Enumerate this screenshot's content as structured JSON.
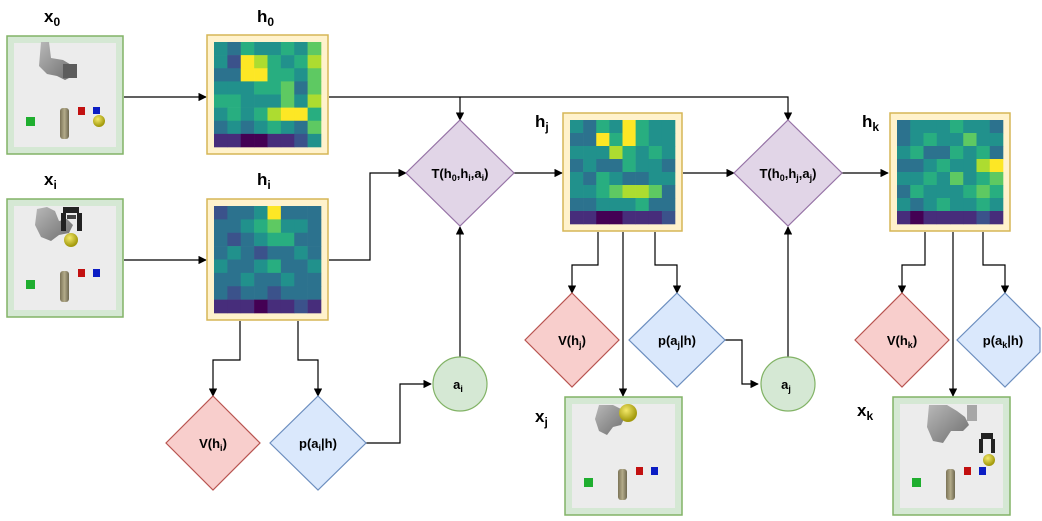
{
  "colors": {
    "frame_fill": "#d5e8d4",
    "frame_stroke": "#82b366",
    "heatmap_frame_fill": "#fff2cc",
    "heatmap_frame_stroke": "#d6b656",
    "value_fill": "#f8cecc",
    "value_stroke": "#b85450",
    "policy_fill": "#dae8fc",
    "policy_stroke": "#6c8ebf",
    "transition_fill": "#e1d5e7",
    "transition_stroke": "#9673a6",
    "action_fill": "#d5e8d4",
    "action_stroke": "#82b366"
  },
  "observations": [
    {
      "id": "x0",
      "label": "x",
      "sub": "0",
      "arm": "raised"
    },
    {
      "id": "xi",
      "label": "x",
      "sub": "i",
      "arm": "gripper-ball"
    },
    {
      "id": "xj",
      "label": "x",
      "sub": "j",
      "arm": "ball-top"
    },
    {
      "id": "xk",
      "label": "x",
      "sub": "k",
      "arm": "gripper-right"
    }
  ],
  "hidden_states": [
    {
      "id": "h0",
      "label": "h",
      "sub": "0"
    },
    {
      "id": "hi",
      "label": "h",
      "sub": "i"
    },
    {
      "id": "hj",
      "label": "h",
      "sub": "j"
    },
    {
      "id": "hk",
      "label": "h",
      "sub": "k"
    }
  ],
  "transitions": [
    {
      "id": "T1",
      "text": "T(h",
      "s1": "0",
      "m1": ",h",
      "s2": "i",
      "m2": ",a",
      "s3": "i",
      "end": ")"
    },
    {
      "id": "T2",
      "text": "T(h",
      "s1": "0",
      "m1": ",h",
      "s2": "j",
      "m2": ",a",
      "s3": "j",
      "end": ")"
    }
  ],
  "values": [
    {
      "id": "Vi",
      "text": "V(h",
      "sub": "i",
      "end": ")"
    },
    {
      "id": "Vj",
      "text": "V(h",
      "sub": "j",
      "end": ")"
    },
    {
      "id": "Vk",
      "text": "V(h",
      "sub": "k",
      "end": ")"
    }
  ],
  "policies": [
    {
      "id": "pi",
      "text": "p(a",
      "sub": "i",
      "end": "|h)"
    },
    {
      "id": "pj",
      "text": "p(a",
      "sub": "j",
      "end": "|h)"
    },
    {
      "id": "pk",
      "text": "p(a",
      "sub": "k",
      "end": "|h)"
    }
  ],
  "actions": [
    {
      "id": "ai",
      "text": "a",
      "sub": "i"
    },
    {
      "id": "aj",
      "text": "a",
      "sub": "j"
    }
  ],
  "heatmap_palette": [
    "#440154",
    "#472d7b",
    "#3b528b",
    "#2c728e",
    "#21918c",
    "#28ae80",
    "#5ec962",
    "#addc30",
    "#fde725"
  ],
  "heatmaps": {
    "h0": [
      [
        4,
        3,
        5,
        4,
        4,
        5,
        4,
        6
      ],
      [
        4,
        2,
        8,
        7,
        5,
        4,
        5,
        7
      ],
      [
        3,
        3,
        8,
        8,
        5,
        5,
        4,
        6
      ],
      [
        4,
        4,
        4,
        5,
        5,
        6,
        3,
        6
      ],
      [
        5,
        5,
        4,
        4,
        4,
        6,
        4,
        7
      ],
      [
        4,
        5,
        4,
        5,
        7,
        8,
        8,
        5
      ],
      [
        3,
        4,
        3,
        4,
        5,
        4,
        3,
        6
      ],
      [
        1,
        1,
        0,
        0,
        1,
        1,
        2,
        4
      ]
    ],
    "hi": [
      [
        2,
        3,
        3,
        4,
        8,
        3,
        3,
        3
      ],
      [
        3,
        3,
        4,
        5,
        6,
        4,
        4,
        3
      ],
      [
        3,
        2,
        3,
        4,
        5,
        5,
        3,
        3
      ],
      [
        3,
        4,
        3,
        2,
        3,
        3,
        4,
        3
      ],
      [
        4,
        3,
        3,
        4,
        5,
        3,
        3,
        4
      ],
      [
        3,
        3,
        4,
        3,
        3,
        4,
        3,
        3
      ],
      [
        3,
        2,
        3,
        3,
        2,
        3,
        3,
        3
      ],
      [
        1,
        1,
        1,
        0,
        1,
        1,
        2,
        1
      ]
    ],
    "hj": [
      [
        4,
        3,
        5,
        4,
        8,
        5,
        4,
        4
      ],
      [
        3,
        3,
        8,
        5,
        8,
        5,
        4,
        4
      ],
      [
        4,
        4,
        4,
        7,
        5,
        4,
        5,
        4
      ],
      [
        3,
        4,
        3,
        3,
        5,
        4,
        4,
        3
      ],
      [
        4,
        3,
        5,
        4,
        3,
        3,
        4,
        4
      ],
      [
        4,
        4,
        5,
        6,
        7,
        7,
        6,
        3
      ],
      [
        3,
        3,
        4,
        4,
        4,
        5,
        3,
        3
      ],
      [
        1,
        1,
        0,
        0,
        1,
        1,
        1,
        2
      ]
    ],
    "hk": [
      [
        3,
        4,
        4,
        4,
        5,
        4,
        4,
        3
      ],
      [
        3,
        4,
        5,
        4,
        4,
        6,
        4,
        4
      ],
      [
        4,
        5,
        3,
        3,
        5,
        4,
        5,
        3
      ],
      [
        3,
        3,
        4,
        5,
        4,
        4,
        7,
        8
      ],
      [
        4,
        4,
        5,
        4,
        6,
        4,
        5,
        6
      ],
      [
        3,
        5,
        4,
        4,
        4,
        5,
        6,
        5
      ],
      [
        4,
        3,
        4,
        5,
        4,
        4,
        5,
        4
      ],
      [
        1,
        0,
        1,
        1,
        1,
        1,
        2,
        1
      ]
    ]
  }
}
